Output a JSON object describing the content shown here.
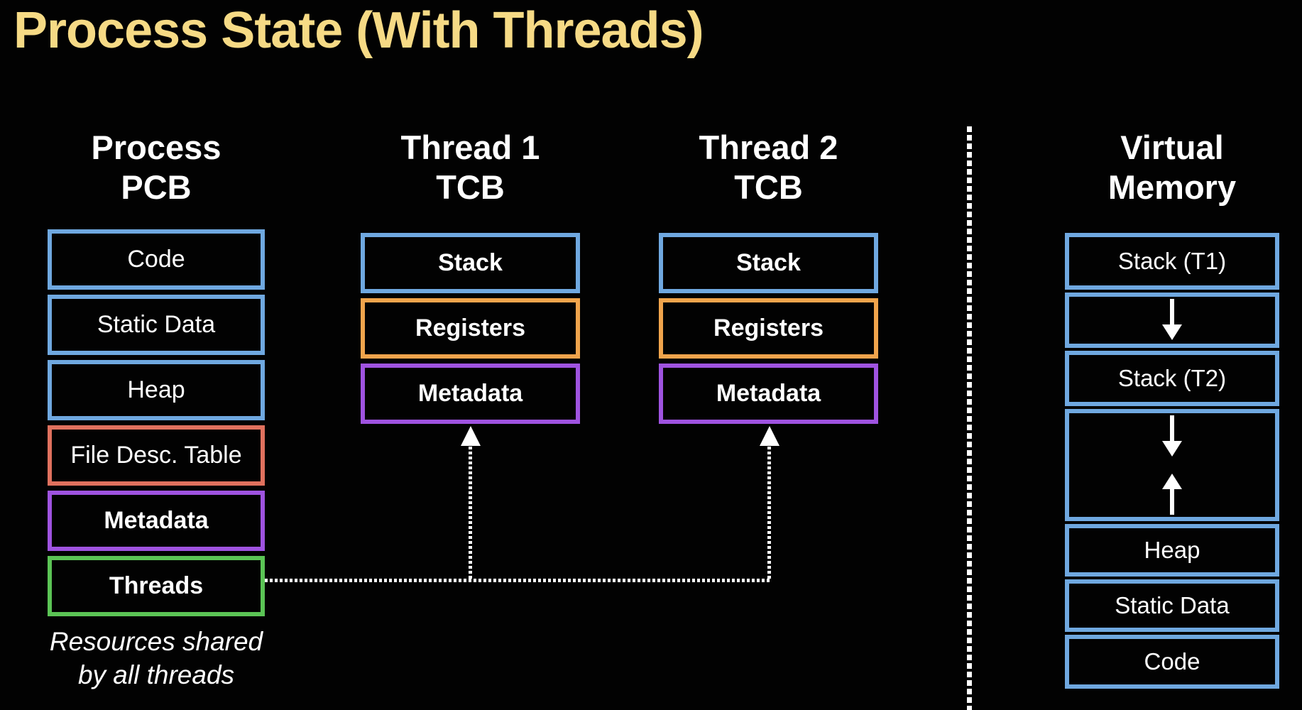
{
  "title": "Process State (With Threads)",
  "colors": {
    "background": "#020202",
    "title_text": "#F6DA85",
    "label_text": "#FFFFFF",
    "blue_border": "#6FA8E0",
    "red_border": "#E0715E",
    "purple_border": "#9F53E0",
    "green_border": "#5BC455",
    "orange_border": "#F0A44C"
  },
  "pcb": {
    "header": [
      "Process",
      "PCB"
    ],
    "boxes": [
      {
        "label": "Code",
        "border": "blue"
      },
      {
        "label": "Static Data",
        "border": "blue"
      },
      {
        "label": "Heap",
        "border": "blue"
      },
      {
        "label": "File Desc. Table",
        "border": "red"
      },
      {
        "label": "Metadata",
        "border": "purple"
      },
      {
        "label": "Threads",
        "border": "green"
      }
    ],
    "footnote": [
      "Resources shared",
      "by all threads"
    ]
  },
  "tcb1": {
    "header": [
      "Thread 1",
      "TCB"
    ],
    "boxes": [
      {
        "label": "Stack",
        "border": "blue"
      },
      {
        "label": "Registers",
        "border": "orange"
      },
      {
        "label": "Metadata",
        "border": "purple"
      }
    ]
  },
  "tcb2": {
    "header": [
      "Thread 2",
      "TCB"
    ],
    "boxes": [
      {
        "label": "Stack",
        "border": "blue"
      },
      {
        "label": "Registers",
        "border": "orange"
      },
      {
        "label": "Metadata",
        "border": "purple"
      }
    ]
  },
  "vm": {
    "header": [
      "Virtual",
      "Memory"
    ],
    "cells": [
      {
        "label": "Stack (T1)",
        "icon": ""
      },
      {
        "label": "",
        "icon": "arrow-down"
      },
      {
        "label": "Stack (T2)",
        "icon": ""
      },
      {
        "label": "",
        "icon": "arrow-down-and-arrow-up"
      },
      {
        "label": "Heap",
        "icon": ""
      },
      {
        "label": "Static Data",
        "icon": ""
      },
      {
        "label": "Code",
        "icon": ""
      }
    ]
  },
  "connectors": {
    "divider": "vertical-dotted-line",
    "threads_to_tcb_metadata": "dotted-line-with-up-arrowheads"
  }
}
